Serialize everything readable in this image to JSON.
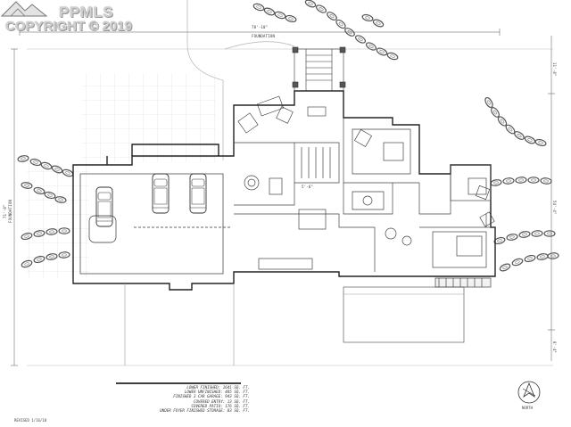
{
  "watermark": {
    "brand": "PPMLS",
    "copyright": "COPYRIGHT © 2019"
  },
  "dimensions": {
    "top": "78'-10\"",
    "top_sub": "FOUNDATION",
    "left": "71'-8\"",
    "left_sub": "FOUNDATION",
    "right_a": "11'-8\"",
    "right_b": "54'-4\"",
    "right_c": "8'-4\"",
    "stair": "5'-6\""
  },
  "notes": [
    "LOWER FINISHED: 1641 SQ. FT.",
    "LOWER UNFINISHED: 485 SQ. FT.",
    "FINISHED 3 CAR GARAGE: 943 SQ. FT.",
    "COVERED ENTRY: 13 SQ. FT.",
    "COVERED PATIO: 176 SQ. FT.",
    "UNDER FOYER FINISHED STORAGE: 83 SQ. FT."
  ],
  "revised": "REVISED 1/16/18",
  "north": "NORTH"
}
